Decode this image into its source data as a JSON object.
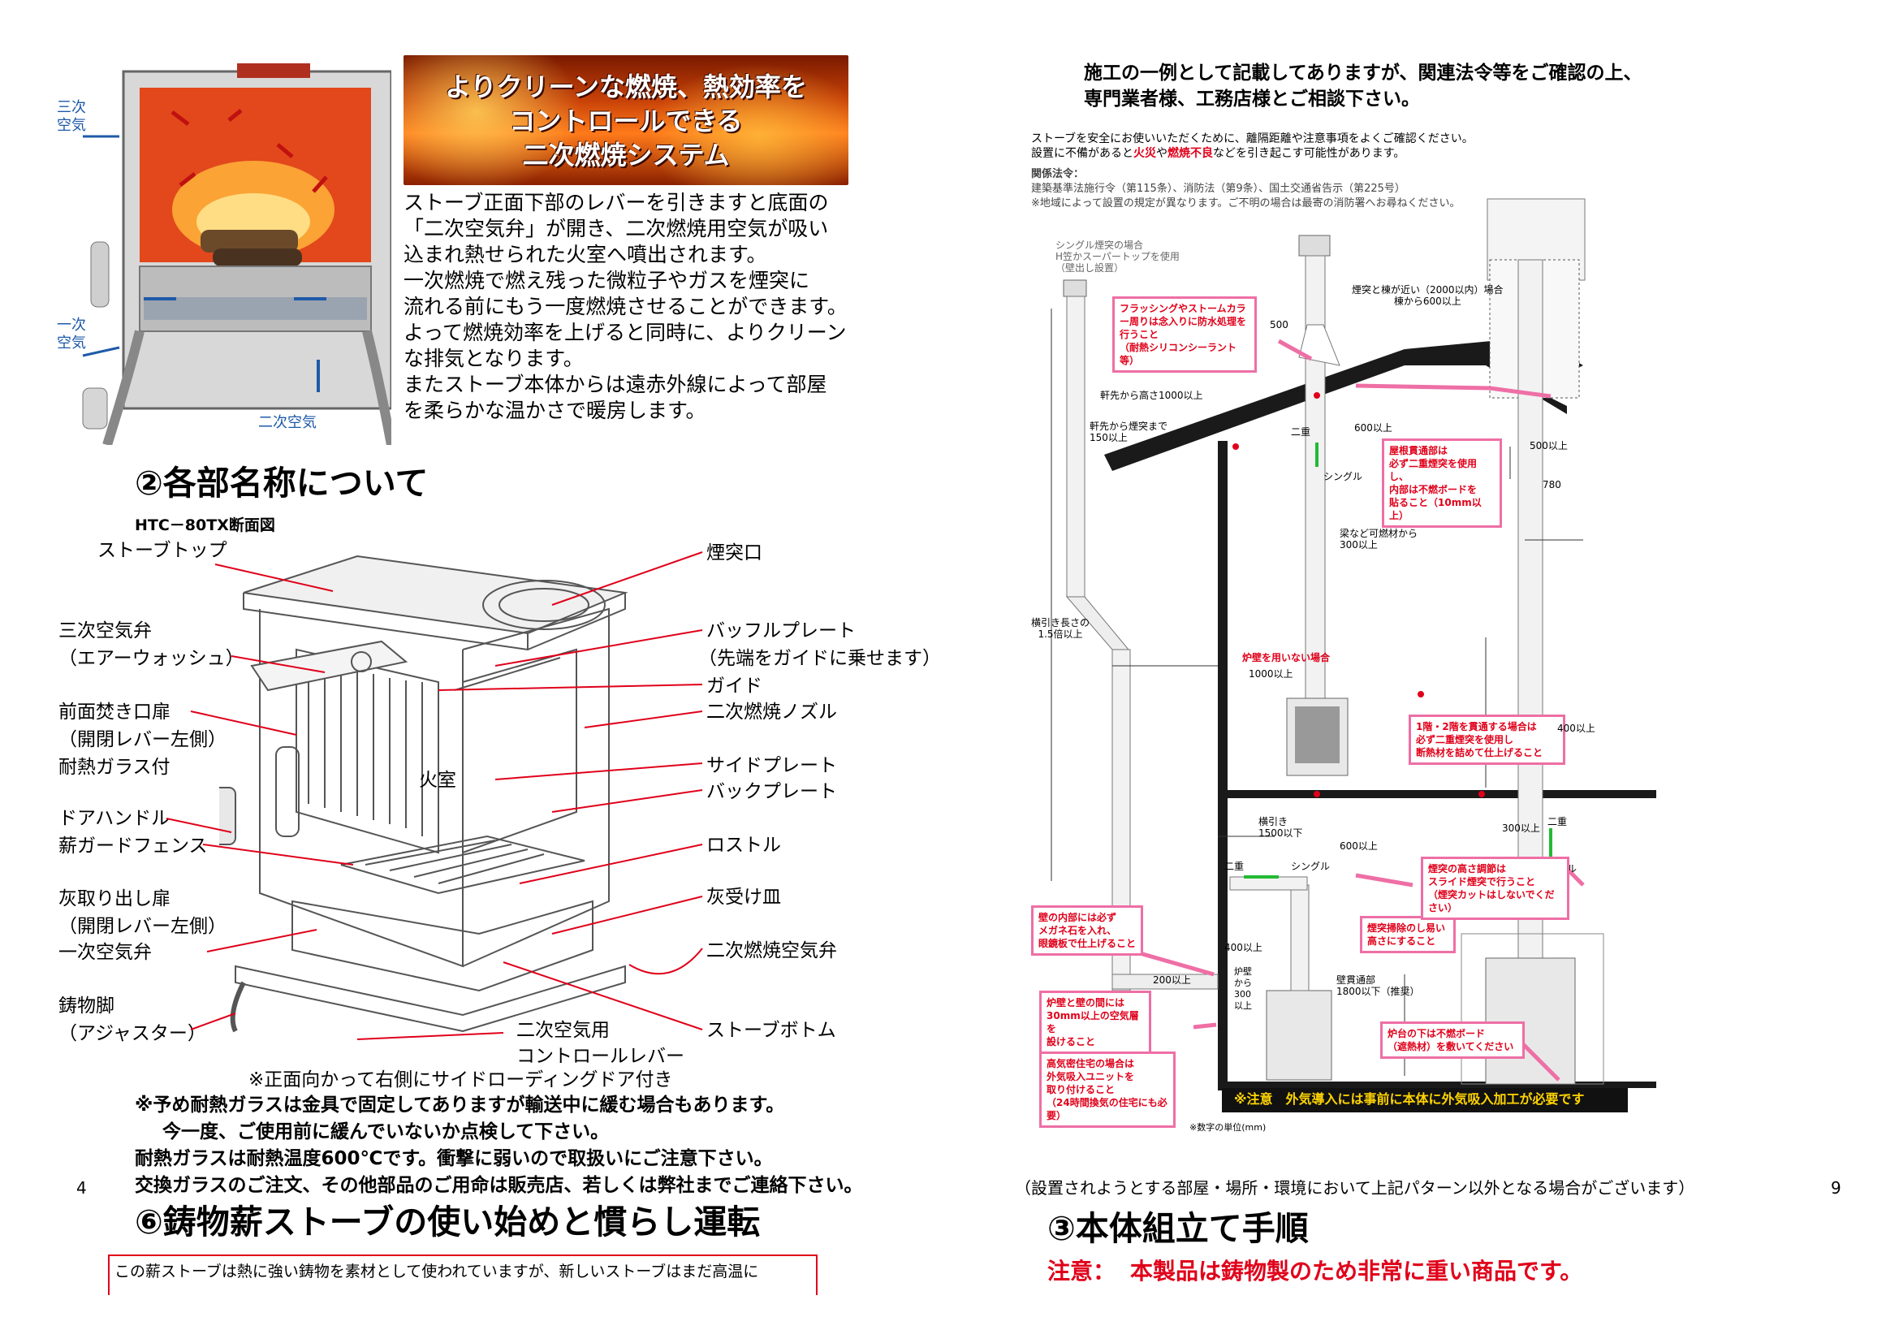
{
  "left_page": {
    "page_number": "4",
    "banner": {
      "line1": "よりクリーンな燃焼、熱効率を",
      "line2": "コントロールできる",
      "line3": "二次燃焼システム"
    },
    "top_diagram": {
      "label_sanji": "三次\n空気",
      "label_ichiji": "一次\n空気",
      "label_niji": "二次空気"
    },
    "intro_lines": [
      "ストーブ正面下部のレバーを引きますと底面の",
      "「二次空気弁」が開き、二次燃焼用空気が吸い",
      "込まれ熱せられた火室へ噴出されます。",
      "一次燃焼で燃え残った微粒子やガスを煙突に",
      "流れる前にもう一度燃焼させることができます。",
      "よって燃焼効率を上げると同時に、よりクリーン",
      "な排気となります。",
      "またストーブ本体からは遠赤外線によって部屋",
      "を柔らかな温かさで暖房します。"
    ],
    "section2_title": "②各部名称について",
    "diagram_title": "HTC－80TX断面図",
    "parts_left": [
      "ストーブトップ",
      "三次空気弁",
      "（エアーウォッシュ）",
      "前面焚き口扉",
      "（開閉レバー左側）",
      "耐熱ガラス付",
      "ドアハンドル",
      "薪ガードフェンス",
      "灰取り出し扉",
      "（開閉レバー左側）",
      "一次空気弁",
      "鋳物脚",
      "（アジャスター）"
    ],
    "parts_right": [
      "煙突口",
      "バッフルプレート",
      "（先端をガイドに乗せます）",
      "ガイド",
      "二次燃焼ノズル",
      "サイドプレート",
      "バックプレート",
      "ロストル",
      "灰受け皿",
      "二次燃焼空気弁",
      "ストーブボトム"
    ],
    "part_fire": "火室",
    "part_control_line1": "二次空気用",
    "part_control_line2": "コントロールレバー",
    "notes": [
      "※正面向かって右側にサイドローディングドア付き",
      "※予め耐熱ガラスは金具で固定してありますが輸送中に緩む場合もあります。",
      "今一度、ご使用前に緩んでいないか点検して下さい。",
      "耐熱ガラスは耐熱温度600℃です。衝撃に弱いので取扱いにご注意下さい。",
      "交換ガラスのご注文、その他部品のご用命は販売店、若しくは弊社までご連絡下さい。"
    ],
    "section6_title": "⑥鋳物薪ストーブの使い始めと慣らし運転",
    "section6_box_text": "この薪ストーブは熱に強い鋳物を素材として使われていますが、新しいストーブはまだ高温に"
  },
  "right_page": {
    "page_number": "9",
    "header_lines": [
      "施工の一例として記載してありますが、関連法令等をご確認の上、",
      "専門業者様、工務店様とご相談下さい。"
    ],
    "install": {
      "intro1": "ストーブを安全にお使いいただくために、離隔距離や注意事項をよくご確認ください。",
      "intro2_a": "設置に不備があると",
      "intro2_fire": "火災",
      "intro2_b": "や",
      "intro2_bad": "燃焼不良",
      "intro2_c": "などを引き起こす可能性があります。",
      "laws_title": "関係法令：",
      "laws": "建築基準法施行令（第115条）、消防法（第9条）、国土交通省告示（第225号）",
      "laws_note": "※地域によって設置の規定が異なります。ご不明の場合は最寄の消防署へお尋ねください。",
      "single_case": "シングル煙突の場合\nH笠かスーパートップを使用\n（壁出し設置）",
      "flashing_note": "フラッシングやストームカラー周りは念入りに防水処理を行うこと\n（耐熱シリコンシーラント等）",
      "dim_500": "500",
      "eave_1000": "軒先から高さ1000以上",
      "eave_150": "軒先から煙突まで\n150以上",
      "ridge_600": "煙突と棟が近い（2000以内）場合\n棟から600以上",
      "double_label": "二重",
      "single_label": "シングル",
      "dim_600a": "600以上",
      "dim_500b": "500以上",
      "dim_780": "780",
      "roof_note": "屋根貫通部は\n必ず二重煙突を使用し、\n内部は不燃ボードを\n貼ること（10mm以上）",
      "beam_300": "梁など可燃材から\n300以上",
      "horiz_15": "横引き長さの\n1.5倍以上",
      "no_wall": "炉壁を用いない場合",
      "dim_1000": "1000以上",
      "floors_note": "1階・2階を貫通する場合は\n必ず二重煙突を使用し\n断熱材を詰めて仕上げること",
      "dim_400a": "400以上",
      "dim_1500": "横引き\n1500以下",
      "dim_600b": "600以上",
      "dim_300a": "300以上",
      "double_label2": "二重",
      "single_label2": "シングル",
      "double_label3": "二重",
      "single_label3": "シングル",
      "wall_inside": "壁の内部には必ず\nメガネ石を入れ、\n眼鏡板で仕上げること",
      "clean_note": "煙突掃除のし易い\n高さにすること",
      "height_note": "煙突の高さ調節は\nスライド煙突で行うこと\n（煙突カットはしないでください）",
      "dim_400b": "400以上",
      "dim_200": "200以上",
      "wall_through": "壁貫通部\n1800以下（推奨）",
      "hearth_wall": "炉壁\nから\n300\n以上",
      "air_layer": "炉壁と壁の間には\n30mm以上の空気層を\n設けること",
      "hearth_floor": "炉台の下は不燃ボード\n（遮熱材）を敷いてください",
      "airtight": "高気密住宅の場合は\n外気吸入ユニットを\n取り付けること\n（24時間換気の住宅にも必要）",
      "caution_bar": "※注意　外気導入には事前に本体に外気吸入加工が必要です",
      "unit_note": "※数字の単位(mm)"
    },
    "pattern_note": "（設置されようとする部屋・場所・環境において上記パターン以外となる場合がございます）",
    "section3_title": "③本体組立て手順",
    "warning_label": "注意：",
    "warning_text": "本製品は鋳物製のため非常に重い商品です。"
  },
  "colors": {
    "accent_red": "#e0001a",
    "pink": "#ee6fa5",
    "arrow_red": "#e0001a",
    "diagram_blue": "#1e5aa8",
    "green_arrow": "#22bb33",
    "roof_dark": "#1a1a1a",
    "caution_bar_yellow": "#ffd400"
  }
}
